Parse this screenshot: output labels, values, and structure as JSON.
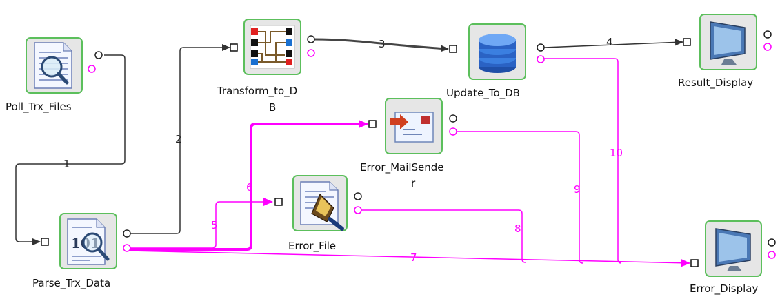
{
  "nodes": {
    "poll": {
      "label": "Poll_Trx_Files",
      "icon": "file-search-icon"
    },
    "transform": {
      "label_line1": "Transform_to_D",
      "label_line2": "B",
      "icon": "mapper-icon"
    },
    "update": {
      "label": "Update_To_DB",
      "icon": "database-icon"
    },
    "result": {
      "label": "Result_Display",
      "icon": "monitor-icon"
    },
    "parse": {
      "label": "Parse_Trx_Data",
      "icon": "binary-parse-icon"
    },
    "mail": {
      "label_line1": "Error_MailSende",
      "label_line2": "r",
      "icon": "mail-sender-icon"
    },
    "errfile": {
      "label": "Error_File",
      "icon": "file-write-icon"
    },
    "errdisplay": {
      "label": "Error_Display",
      "icon": "monitor-icon"
    }
  },
  "connections": {
    "c1": "1",
    "c2": "2",
    "c3": "3",
    "c4": "4",
    "c5": "5",
    "c6": "6",
    "c7": "7",
    "c8": "8",
    "c9": "9",
    "c10": "10"
  },
  "colors": {
    "node_border": "#5cbf5c",
    "error_link": "#ff00ff",
    "data_link": "#333333"
  }
}
